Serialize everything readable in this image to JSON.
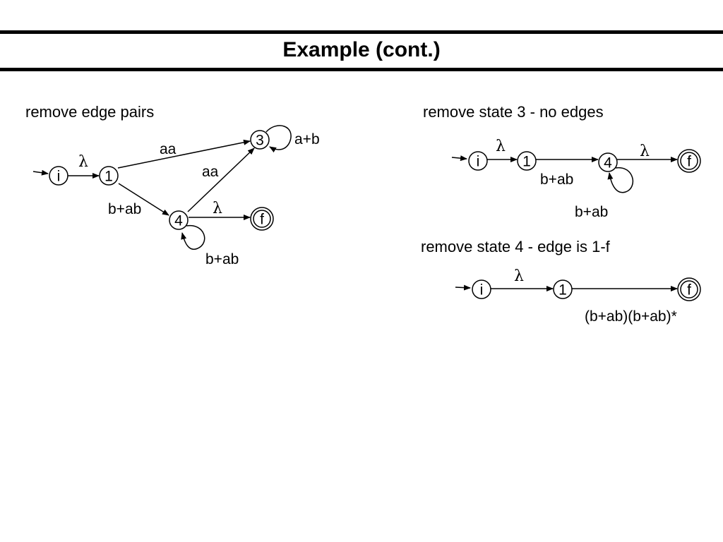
{
  "slide": {
    "title": "Example (cont.)"
  },
  "diagram_a": {
    "caption": "remove edge pairs",
    "states": {
      "i": "i",
      "s1": "1",
      "s3": "3",
      "s4": "4",
      "f": "f"
    },
    "edges": {
      "i_1": "λ",
      "1_3": "aa",
      "4_3": "aa",
      "3_loop": "a+b",
      "1_4": "b+ab",
      "4_f": "λ",
      "4_loop": "b+ab"
    }
  },
  "diagram_b": {
    "caption": "remove state 3 - no edges",
    "states": {
      "i": "i",
      "s1": "1",
      "s4": "4",
      "f": "f"
    },
    "edges": {
      "i_1": "λ",
      "1_4": "b+ab",
      "4_f": "λ",
      "4_loop": "b+ab"
    }
  },
  "diagram_c": {
    "caption": "remove state 4 - edge is 1-f",
    "states": {
      "i": "i",
      "s1": "1",
      "f": "f"
    },
    "edges": {
      "i_1": "λ",
      "1_f": "(b+ab)(b+ab)*"
    }
  }
}
